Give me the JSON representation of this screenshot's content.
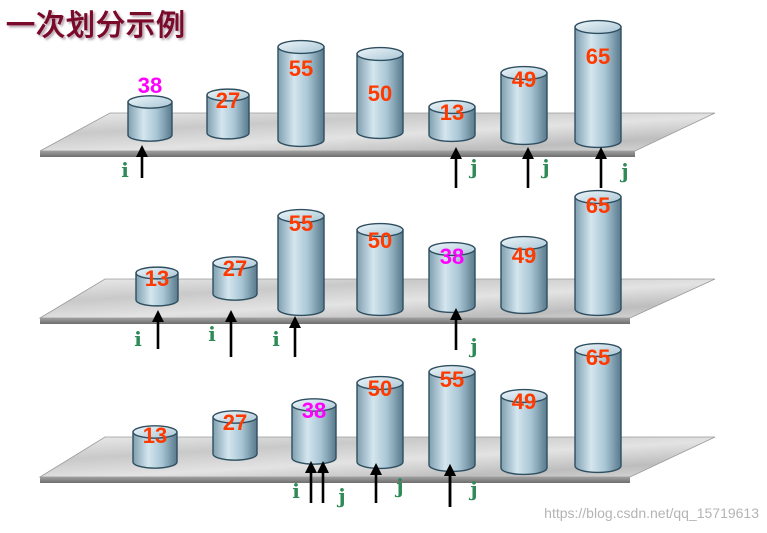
{
  "title": "一次划分示例",
  "watermark": "https://blog.csdn.net/qq_15719613",
  "colors": {
    "value_default": "#ff3a00",
    "value_highlight": "#ff00ff",
    "pointer_label": "#2e8b57",
    "title": "#7a0a2a"
  },
  "rows": [
    {
      "cylinders": [
        {
          "value": "38",
          "highlight": true
        },
        {
          "value": "27",
          "highlight": false
        },
        {
          "value": "55",
          "highlight": false
        },
        {
          "value": "50",
          "highlight": false
        },
        {
          "value": "13",
          "highlight": false
        },
        {
          "value": "49",
          "highlight": false
        },
        {
          "value": "65",
          "highlight": false
        }
      ],
      "pointers": [
        {
          "label": "i"
        },
        {
          "label": "j"
        },
        {
          "label": "j"
        },
        {
          "label": "j"
        }
      ]
    },
    {
      "cylinders": [
        {
          "value": "13",
          "highlight": false
        },
        {
          "value": "27",
          "highlight": false
        },
        {
          "value": "55",
          "highlight": false
        },
        {
          "value": "50",
          "highlight": false
        },
        {
          "value": "38",
          "highlight": true
        },
        {
          "value": "49",
          "highlight": false
        },
        {
          "value": "65",
          "highlight": false
        }
      ],
      "pointers": [
        {
          "label": "i"
        },
        {
          "label": "i"
        },
        {
          "label": "i"
        },
        {
          "label": "j"
        }
      ]
    },
    {
      "cylinders": [
        {
          "value": "13",
          "highlight": false
        },
        {
          "value": "27",
          "highlight": false
        },
        {
          "value": "38",
          "highlight": true
        },
        {
          "value": "50",
          "highlight": false
        },
        {
          "value": "55",
          "highlight": false
        },
        {
          "value": "49",
          "highlight": false
        },
        {
          "value": "65",
          "highlight": false
        }
      ],
      "pointers": [
        {
          "label": "i"
        },
        {
          "label": ""
        },
        {
          "label": "j"
        },
        {
          "label": "j"
        },
        {
          "label": "j"
        }
      ]
    }
  ]
}
